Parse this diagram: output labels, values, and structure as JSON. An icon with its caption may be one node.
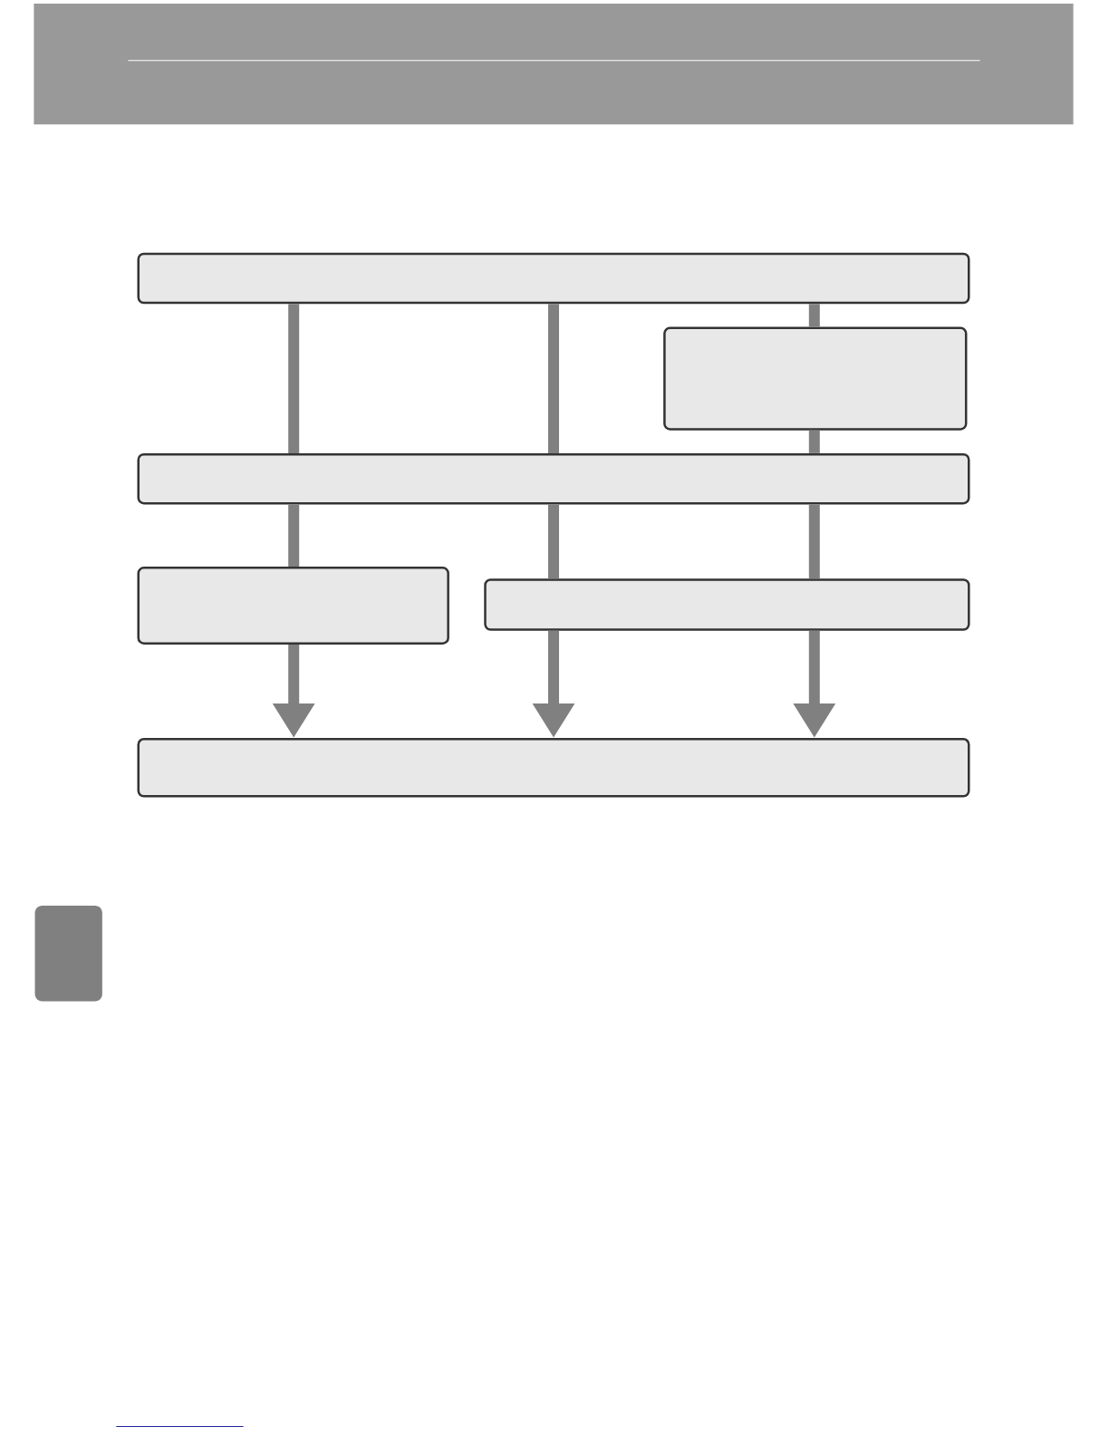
{
  "diagram": {
    "nodes": [
      {
        "text": [],
        "shape": "box"
      },
      {
        "text": [],
        "shape": "box"
      },
      {
        "text": [],
        "shape": "box"
      },
      {
        "text": [],
        "shape": "box"
      },
      {
        "text": [],
        "shape": "box"
      },
      {
        "text": [],
        "shape": "box"
      },
      {
        "text": [],
        "shape": "box"
      }
    ],
    "edges": [
      {
        "from": 0,
        "to": 2,
        "arrow": "none"
      },
      {
        "from": 0,
        "to": 2,
        "arrow": "none"
      },
      {
        "from": 0,
        "to": 1,
        "arrow": "none"
      },
      {
        "from": 1,
        "to": 2,
        "arrow": "none"
      },
      {
        "from": 2,
        "to": 3,
        "arrow": "none"
      },
      {
        "from": 2,
        "to": 4,
        "arrow": "none"
      },
      {
        "from": 2,
        "to": 4,
        "arrow": "none"
      },
      {
        "from": 3,
        "to": 5,
        "arrow": "to"
      },
      {
        "from": 4,
        "to": 5,
        "arrow": "to"
      },
      {
        "from": 4,
        "to": 5,
        "arrow": "to"
      }
    ]
  }
}
